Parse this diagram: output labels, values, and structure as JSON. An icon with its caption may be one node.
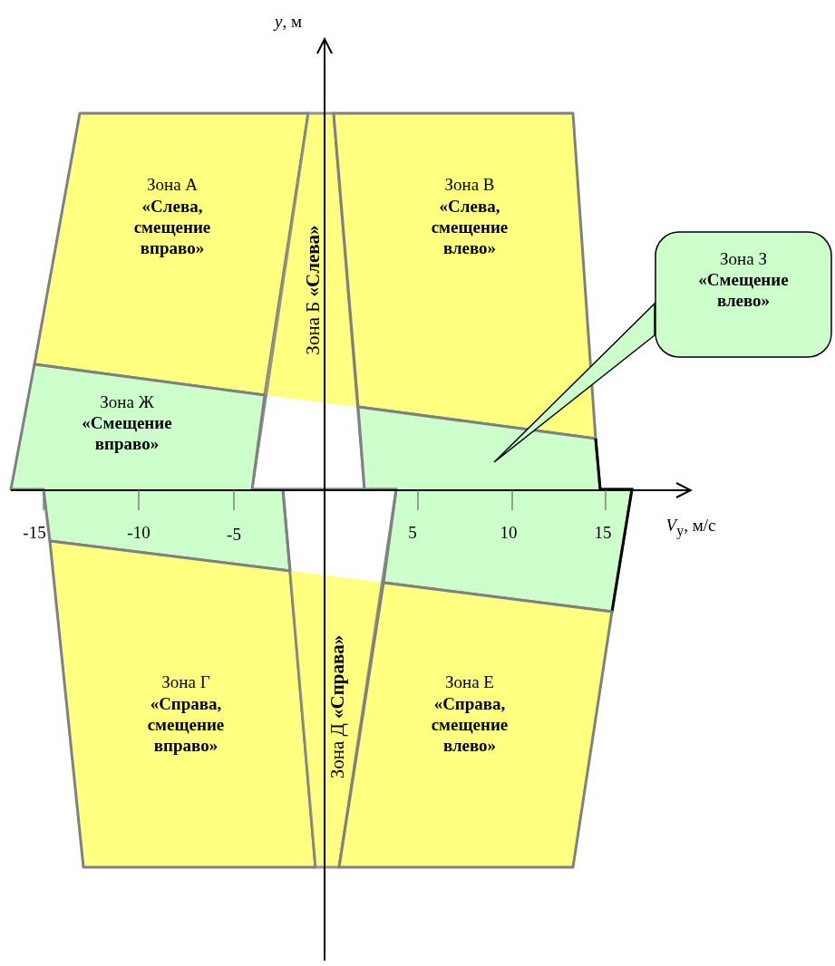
{
  "diagram": {
    "nodes": [
      {
        "text": [
          "Зона А",
          "«Слева, смещение вправо»"
        ]
      },
      {
        "text": [
          "Зона Б **«Слева»**"
        ]
      },
      {
        "text": [
          "Зона В",
          "«Слева, смещение влево»"
        ]
      },
      {
        "text": [
          "Зона Ж",
          "«Смещение вправо»"
        ]
      },
      {
        "text": [],
        "shape": "box"
      },
      {
        "text": [
          "Зона З",
          "«Смещение влево»"
        ]
      },
      {
        "text": [
          "Зона Г",
          "«Справа, смещение вправо»"
        ]
      },
      {
        "text": [
          "Зона Д **«Справа»**"
        ]
      },
      {
        "text": [
          "Зона Е",
          "«Справа, смещение влево»"
        ]
      }
    ],
    "edges": [
      {
        "from": 5,
        "to": 4,
        "arrow": "none"
      }
    ],
    "labels": [
      "*y*, м",
      "*V*$_{y}$, м/с",
      "-15",
      "-10",
      "-5",
      "5",
      "10",
      "15"
    ]
  }
}
